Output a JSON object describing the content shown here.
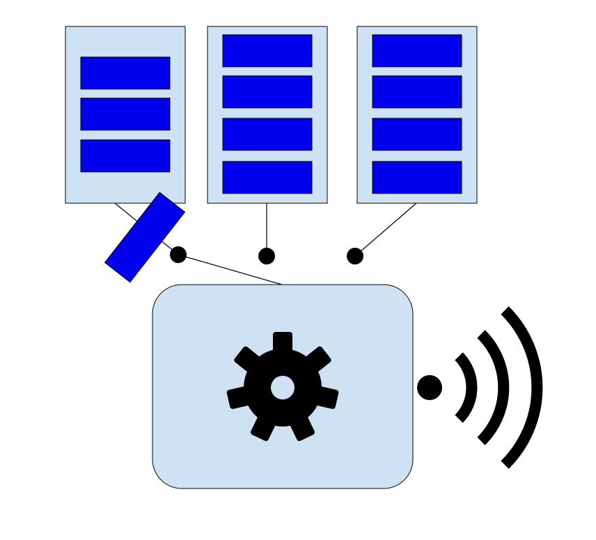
{
  "colors": {
    "panel_fill": "#cfe2f3",
    "slot_fill": "#0000ee",
    "stroke": "#000000",
    "background": "#ffffff"
  },
  "diagram": {
    "racks": [
      {
        "id": "rack-1",
        "slots": 3,
        "slot_removed": true
      },
      {
        "id": "rack-2",
        "slots": 4
      },
      {
        "id": "rack-3",
        "slots": 4
      }
    ],
    "connectors": 3,
    "controller": {
      "icon": "gear-icon"
    },
    "output": {
      "icon": "wireless-signal-icon",
      "arcs": 3
    }
  }
}
